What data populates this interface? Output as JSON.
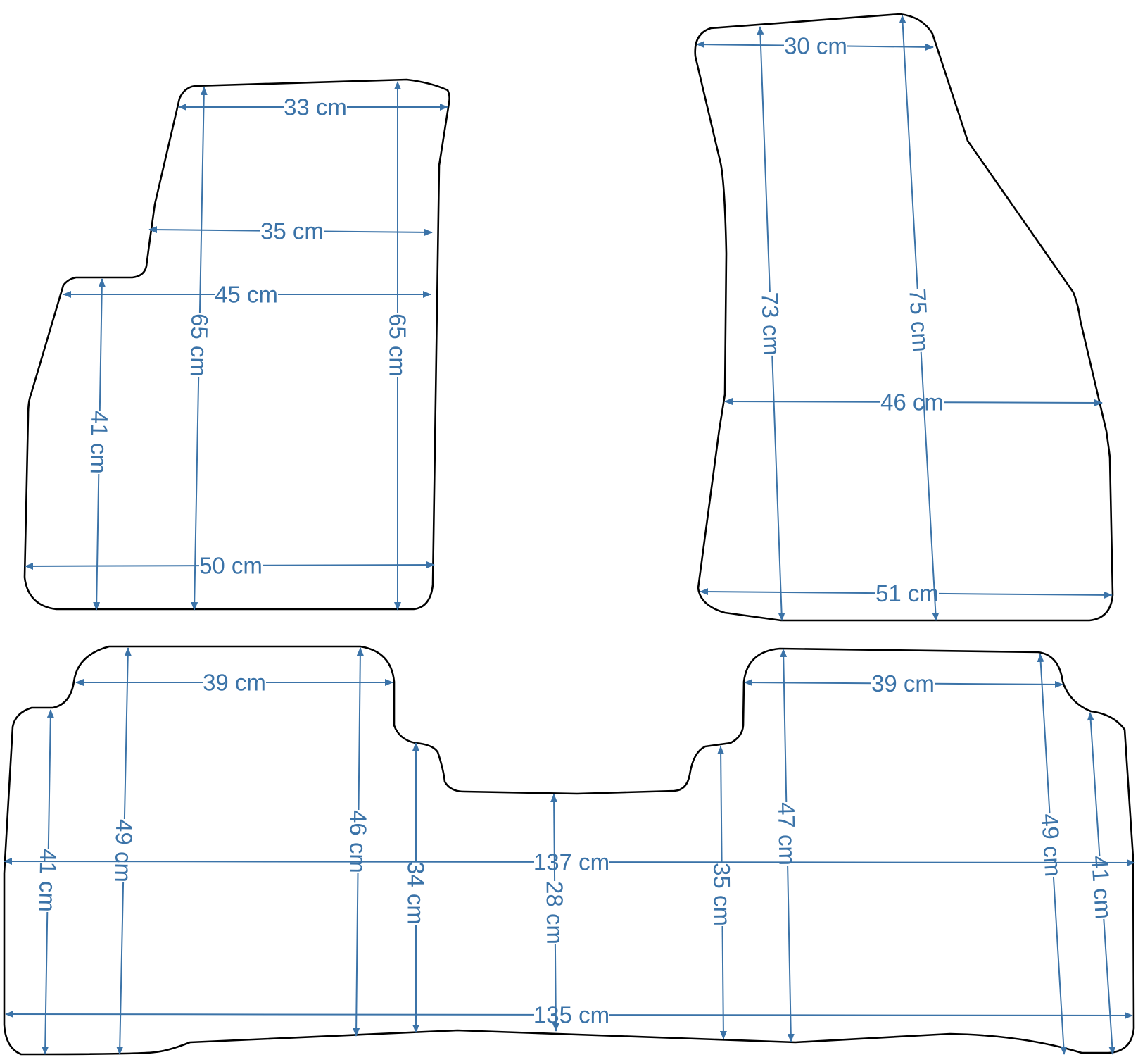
{
  "colors": {
    "outline": "#000000",
    "dimension": "#3b73a8",
    "background": "#ffffff"
  },
  "mats": [
    {
      "name": "front-left-mat",
      "dimensions": [
        {
          "name": "top-width",
          "label": "33 cm"
        },
        {
          "name": "upper-width",
          "label": "35 cm"
        },
        {
          "name": "middle-width",
          "label": "45 cm"
        },
        {
          "name": "bottom-width",
          "label": "50 cm"
        },
        {
          "name": "left-height",
          "label": "41 cm"
        },
        {
          "name": "center-height",
          "label": "65 cm"
        },
        {
          "name": "right-height",
          "label": "65 cm"
        }
      ]
    },
    {
      "name": "front-right-mat",
      "dimensions": [
        {
          "name": "top-width",
          "label": "30 cm"
        },
        {
          "name": "middle-width",
          "label": "46 cm"
        },
        {
          "name": "bottom-width",
          "label": "51 cm"
        },
        {
          "name": "left-height",
          "label": "73 cm"
        },
        {
          "name": "right-height",
          "label": "75 cm"
        }
      ]
    },
    {
      "name": "rear-mat",
      "dimensions": [
        {
          "name": "left-top-width",
          "label": "39 cm"
        },
        {
          "name": "right-top-width",
          "label": "39 cm"
        },
        {
          "name": "overall-width",
          "label": "137 cm"
        },
        {
          "name": "bottom-width",
          "label": "135 cm"
        },
        {
          "name": "far-left-height",
          "label": "41 cm"
        },
        {
          "name": "left-height",
          "label": "49 cm"
        },
        {
          "name": "left-inner-height",
          "label": "46 cm"
        },
        {
          "name": "tunnel-left-height",
          "label": "34 cm"
        },
        {
          "name": "tunnel-height",
          "label": "28 cm"
        },
        {
          "name": "tunnel-right-height",
          "label": "35 cm"
        },
        {
          "name": "right-inner-height",
          "label": "47 cm"
        },
        {
          "name": "right-height",
          "label": "49 cm"
        },
        {
          "name": "far-right-height",
          "label": "41 cm"
        }
      ]
    }
  ]
}
